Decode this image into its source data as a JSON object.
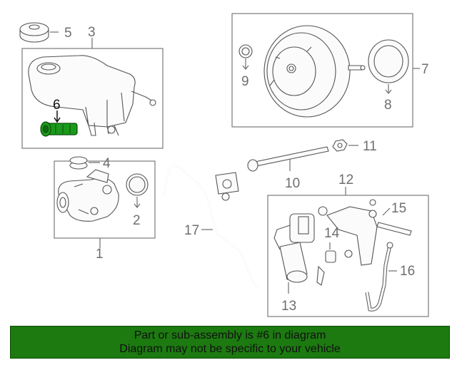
{
  "callouts": {
    "c1": "1",
    "c2": "2",
    "c3": "3",
    "c4": "4",
    "c5": "5",
    "c6": "6",
    "c7": "7",
    "c8": "8",
    "c9": "9",
    "c10": "10",
    "c11": "11",
    "c12": "12",
    "c13": "13",
    "c14": "14",
    "c15": "15",
    "c16": "16",
    "c17": "17"
  },
  "highlight": {
    "part": "6",
    "color": "#1a9a1a"
  },
  "banner": {
    "line1": "Part or sub-assembly is #6 in diagram",
    "line2": "Diagram may not be specific to your vehicle",
    "background": "#1c7a10"
  }
}
